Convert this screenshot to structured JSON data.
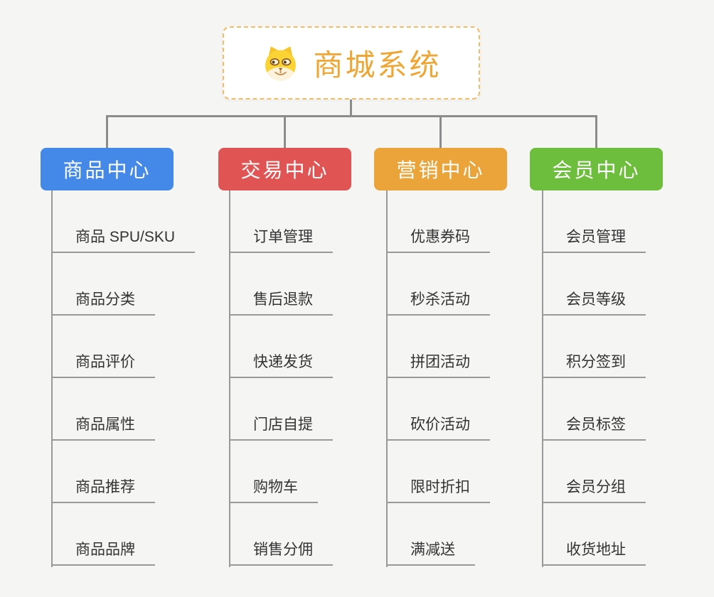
{
  "root": {
    "label": "商城系统",
    "icon": "dog-face-icon",
    "accent_color": "#f0a633",
    "border_color": "#f3bc66",
    "background": "#ffffff"
  },
  "colors": {
    "connector": "#8c8c8c",
    "underline": "#999999",
    "item_text": "#333333",
    "canvas_background": "#f5f5f4"
  },
  "branches": [
    {
      "label": "商品中心",
      "color": "#4589e8",
      "items": [
        "商品 SPU/SKU",
        "商品分类",
        "商品评价",
        "商品属性",
        "商品推荐",
        "商品品牌"
      ]
    },
    {
      "label": "交易中心",
      "color": "#e15454",
      "items": [
        "订单管理",
        "售后退款",
        "快递发货",
        "门店自提",
        "购物车",
        "销售分佣"
      ]
    },
    {
      "label": "营销中心",
      "color": "#eaa439",
      "items": [
        "优惠券码",
        "秒杀活动",
        "拼团活动",
        "砍价活动",
        "限时折扣",
        "满减送"
      ]
    },
    {
      "label": "会员中心",
      "color": "#6ebe3d",
      "items": [
        "会员管理",
        "会员等级",
        "积分签到",
        "会员标签",
        "会员分组",
        "收货地址"
      ]
    }
  ]
}
